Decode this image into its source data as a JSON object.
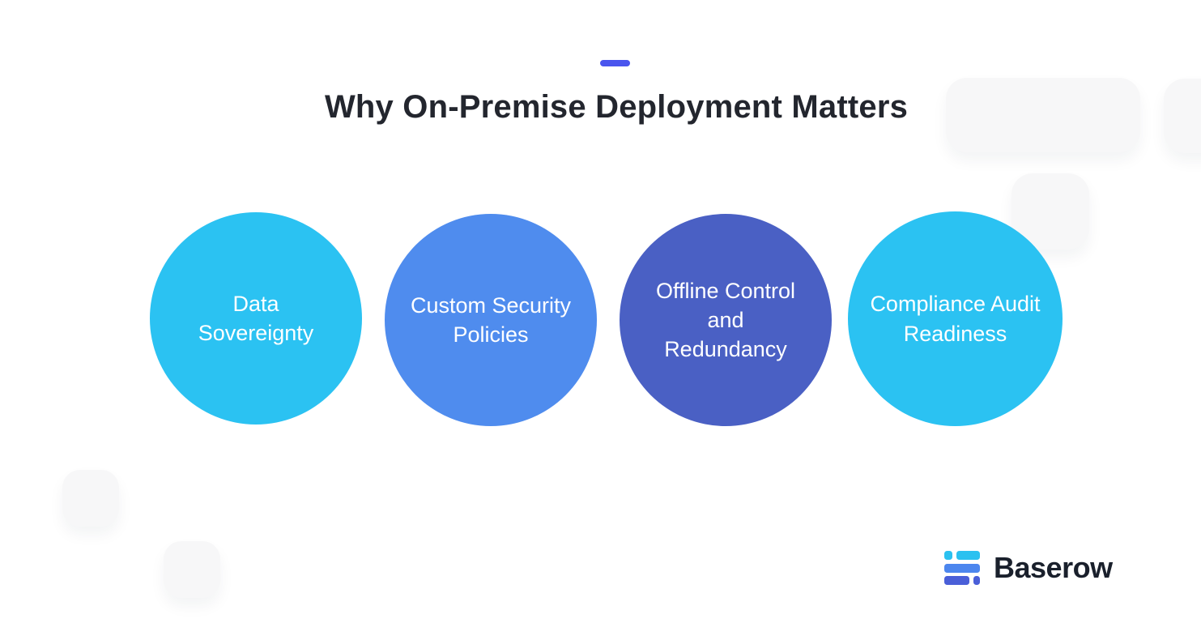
{
  "slide": {
    "background": "#ffffff",
    "title": "Why On-Premise Deployment Matters",
    "title_color": "#23262e",
    "accent_dash_color": "#4a55ee"
  },
  "circles": [
    {
      "name": "data-sovereignty",
      "label": "Data\nSovereignty",
      "color": "#2bc2f2",
      "text_color": "#ffffff"
    },
    {
      "name": "custom-security-policies",
      "label": "Custom Security\nPolicies",
      "color": "#4f8cee",
      "text_color": "#ffffff"
    },
    {
      "name": "offline-control-redundancy",
      "label": "Offline Control\nand\nRedundancy",
      "color": "#4a60c4",
      "text_color": "#ffffff"
    },
    {
      "name": "compliance-audit-readiness",
      "label": "Compliance Audit\nReadiness",
      "color": "#2bc2f2",
      "text_color": "#ffffff"
    }
  ],
  "logo": {
    "text": "Baserow",
    "text_color": "#1a202c",
    "icon_colors": {
      "top_row": "#2bc1f0",
      "middle_row": "#4c86ee",
      "bottom_row": "#4a5fd8"
    }
  },
  "decor": {
    "color": "#f7f7f8"
  }
}
